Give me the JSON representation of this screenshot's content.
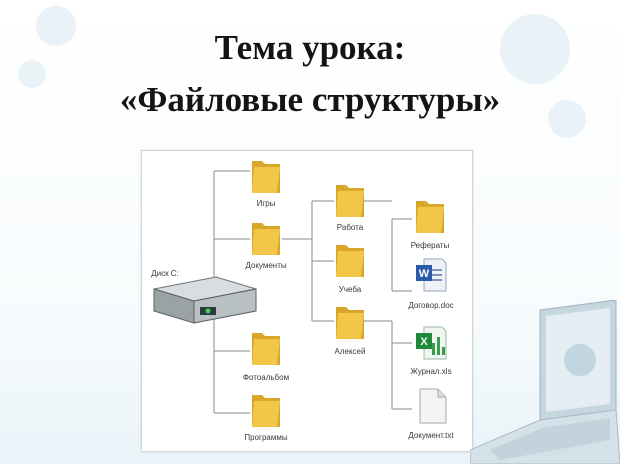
{
  "slide": {
    "title_line1": "Тема урока:",
    "title_line2": "«Файловые структуры»"
  },
  "diagram": {
    "disk": {
      "label": "Диск C:",
      "icon": "hard-drive-icon"
    },
    "nodes": [
      {
        "id": "games",
        "label": "Игры",
        "icon": "folder-icon"
      },
      {
        "id": "documents",
        "label": "Документы",
        "icon": "folder-icon"
      },
      {
        "id": "work",
        "label": "Работа",
        "icon": "folder-icon"
      },
      {
        "id": "study",
        "label": "Учеба",
        "icon": "folder-icon"
      },
      {
        "id": "aleksey",
        "label": "Алексей",
        "icon": "folder-icon"
      },
      {
        "id": "reports",
        "label": "Рефераты",
        "icon": "folder-icon"
      },
      {
        "id": "doc",
        "label": "Договор.doc",
        "icon": "word-file-icon"
      },
      {
        "id": "xls",
        "label": "Журнал.xls",
        "icon": "excel-file-icon"
      },
      {
        "id": "txt",
        "label": "Документ.txt",
        "icon": "text-file-icon"
      },
      {
        "id": "photo",
        "label": "Фотоальбом",
        "icon": "folder-icon"
      },
      {
        "id": "programs",
        "label": "Программы",
        "icon": "folder-icon"
      }
    ]
  },
  "colors": {
    "folder": "#f2c648",
    "folder_dark": "#d9a62a",
    "line": "#8a8a8a",
    "word": "#2b5ba8",
    "excel": "#1f8a3b"
  }
}
